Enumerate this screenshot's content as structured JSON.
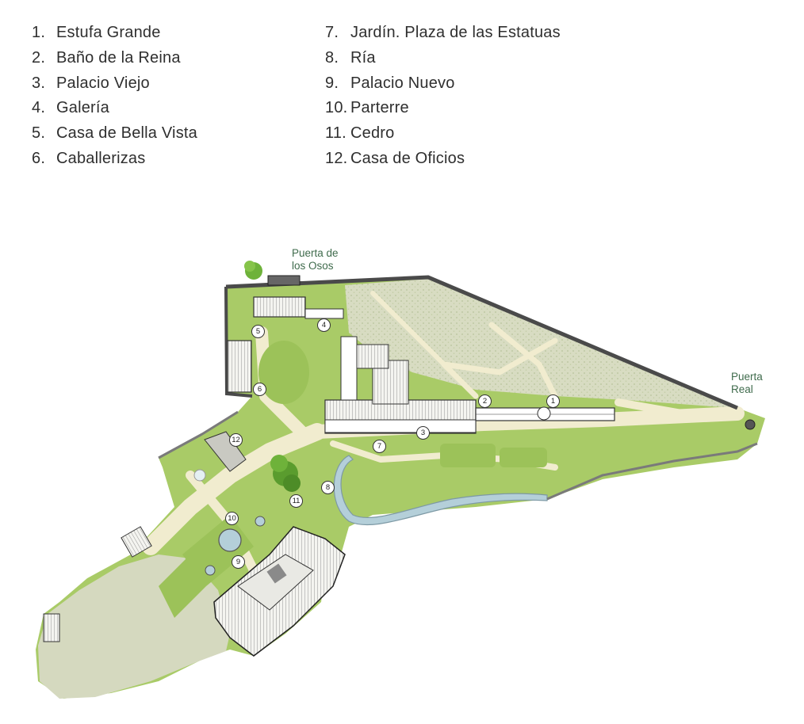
{
  "legend": {
    "left": [
      {
        "num": "1.",
        "name": "Estufa Grande"
      },
      {
        "num": "2.",
        "name": "Baño de la Reina"
      },
      {
        "num": "3.",
        "name": "Palacio Viejo"
      },
      {
        "num": "4.",
        "name": "Galería"
      },
      {
        "num": "5.",
        "name": "Casa de Bella Vista"
      },
      {
        "num": "6.",
        "name": "Caballerizas"
      }
    ],
    "right": [
      {
        "num": "7.",
        "name": "Jardín. Plaza de las Estatuas"
      },
      {
        "num": "8.",
        "name": "Ría"
      },
      {
        "num": "9.",
        "name": "Palacio Nuevo"
      },
      {
        "num": "10.",
        "name": "Parterre"
      },
      {
        "num": "11.",
        "name": "Cedro"
      },
      {
        "num": "12.",
        "name": "Casa de Oficios"
      }
    ]
  },
  "gates": {
    "osos": {
      "line1": "Puerta de",
      "line2": "los Osos"
    },
    "real": {
      "line1": "Puerta",
      "line2": "Real"
    }
  },
  "markers": [
    "1",
    "2",
    "3",
    "4",
    "5",
    "6",
    "7",
    "8",
    "9",
    "10",
    "11",
    "12"
  ],
  "colors": {
    "lawn": "#a6c963",
    "lawn_dark": "#8fb54a",
    "meadow": "#d7dcc0",
    "meadow_dots": "#b8c49a",
    "path": "#f1eccf",
    "water": "#b5cfd8",
    "wall": "#4a4a4a",
    "gate_text": "#3f6b4c"
  }
}
